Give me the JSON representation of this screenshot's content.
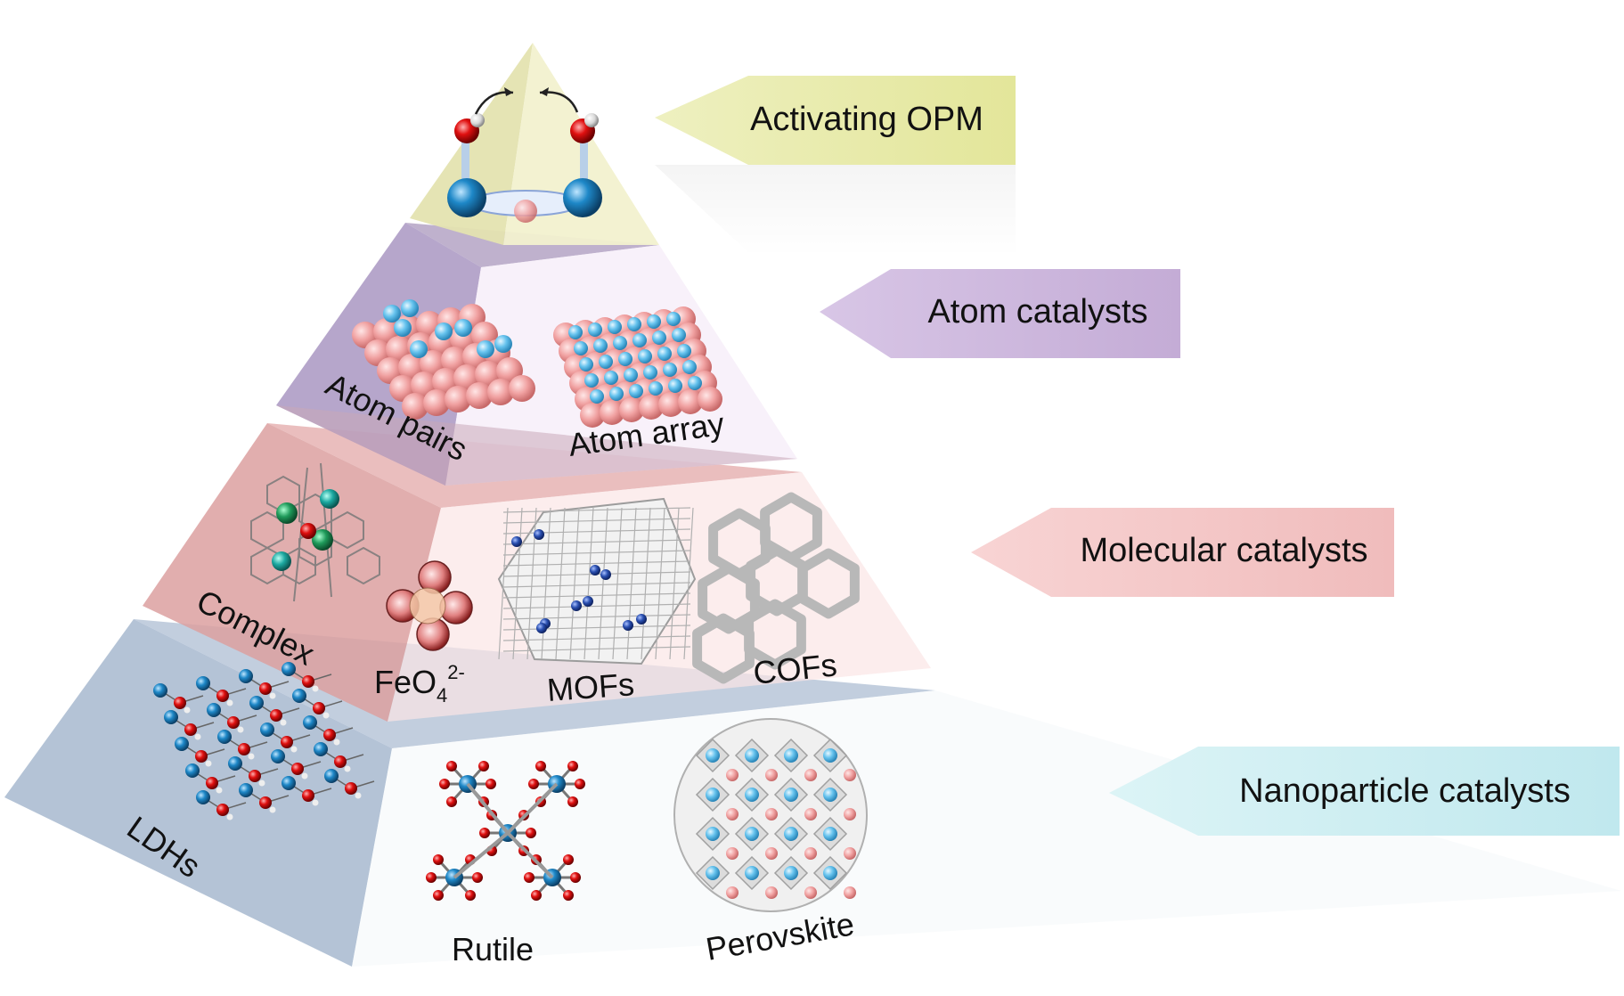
{
  "tiers": {
    "opm": {
      "label": "Activating OPM",
      "color": "#e6e6a8"
    },
    "atom": {
      "label": "Atom catalysts",
      "color": "#c9b3d9"
    },
    "molecular": {
      "label": "Molecular catalysts",
      "color": "#f2c4c4"
    },
    "nanoparticle": {
      "label": "Nanoparticle catalysts",
      "color": "#c6e9ee"
    }
  },
  "items": {
    "atom_pairs": "Atom pairs",
    "atom_array": "Atom array",
    "complex": "Complex",
    "feo4_base": "FeO",
    "feo4_sub": "4",
    "feo4_sup": "2-",
    "mofs": "MOFs",
    "cofs": "COFs",
    "ldhs": "LDHs",
    "rutile": "Rutile",
    "perovskite": "Perovskite"
  },
  "colors": {
    "metal": "#1e88c8",
    "oxygen": "#e01010",
    "pink_atom": "#f0a0a0",
    "light_blue_atom": "#66c3ee",
    "mof_node": "#2a4fb0",
    "framework_gray": "#b8b8b8"
  }
}
